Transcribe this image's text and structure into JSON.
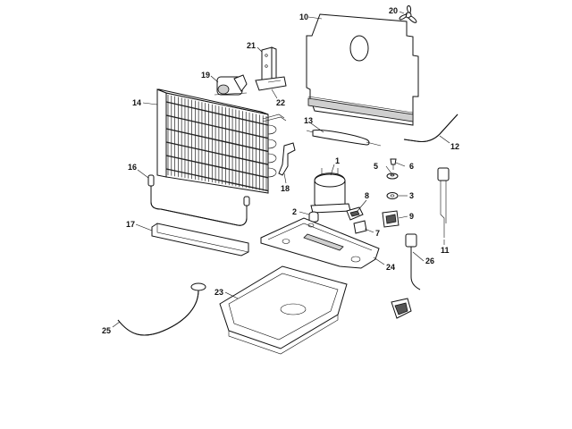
{
  "callouts": [
    {
      "id": "c1",
      "label": "1"
    },
    {
      "id": "c2",
      "label": "2"
    },
    {
      "id": "c3",
      "label": "3"
    },
    {
      "id": "c5",
      "label": "5"
    },
    {
      "id": "c6",
      "label": "6"
    },
    {
      "id": "c7",
      "label": "7"
    },
    {
      "id": "c8",
      "label": "8"
    },
    {
      "id": "c9",
      "label": "9"
    },
    {
      "id": "c10",
      "label": "10"
    },
    {
      "id": "c11",
      "label": "11"
    },
    {
      "id": "c12",
      "label": "12"
    },
    {
      "id": "c13",
      "label": "13"
    },
    {
      "id": "c14",
      "label": "14"
    },
    {
      "id": "c16",
      "label": "16"
    },
    {
      "id": "c17",
      "label": "17"
    },
    {
      "id": "c18",
      "label": "18"
    },
    {
      "id": "c19",
      "label": "19"
    },
    {
      "id": "c20",
      "label": "20"
    },
    {
      "id": "c21",
      "label": "21"
    },
    {
      "id": "c22",
      "label": "22"
    },
    {
      "id": "c23",
      "label": "23"
    },
    {
      "id": "c24",
      "label": "24"
    },
    {
      "id": "c25",
      "label": "25"
    },
    {
      "id": "c26",
      "label": "26"
    }
  ]
}
